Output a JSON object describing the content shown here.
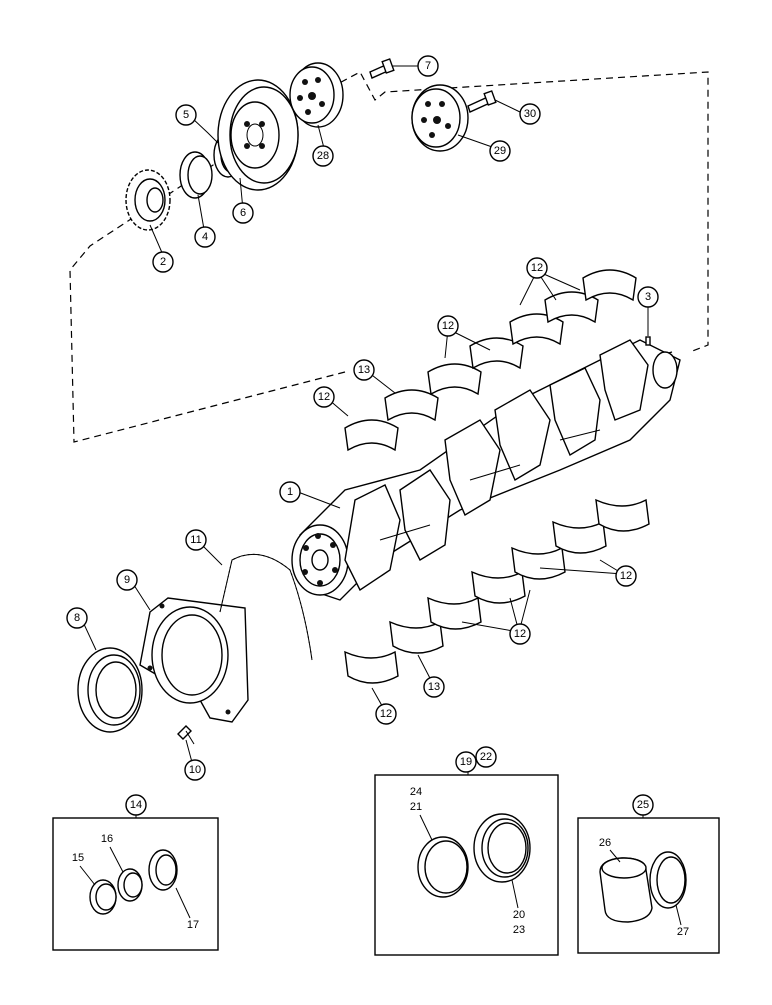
{
  "callouts": {
    "c1": "1",
    "c2": "2",
    "c3": "3",
    "c4": "4",
    "c5": "5",
    "c6": "6",
    "c7": "7",
    "c8": "8",
    "c9": "9",
    "c10": "10",
    "c11": "11",
    "c12a": "12",
    "c12b": "12",
    "c12c": "12",
    "c12d": "12",
    "c12e": "12",
    "c12f": "12",
    "c13a": "13",
    "c13b": "13",
    "c14": "14",
    "c19": "19",
    "c22": "22",
    "c25": "25",
    "c28": "28",
    "c29": "29",
    "c30": "30"
  },
  "box14": {
    "l15": "15",
    "l16": "16",
    "l17": "17"
  },
  "box19": {
    "l24": "24",
    "l21": "21",
    "l20": "20",
    "l23": "23"
  },
  "box25": {
    "l26": "26",
    "l27": "27"
  }
}
